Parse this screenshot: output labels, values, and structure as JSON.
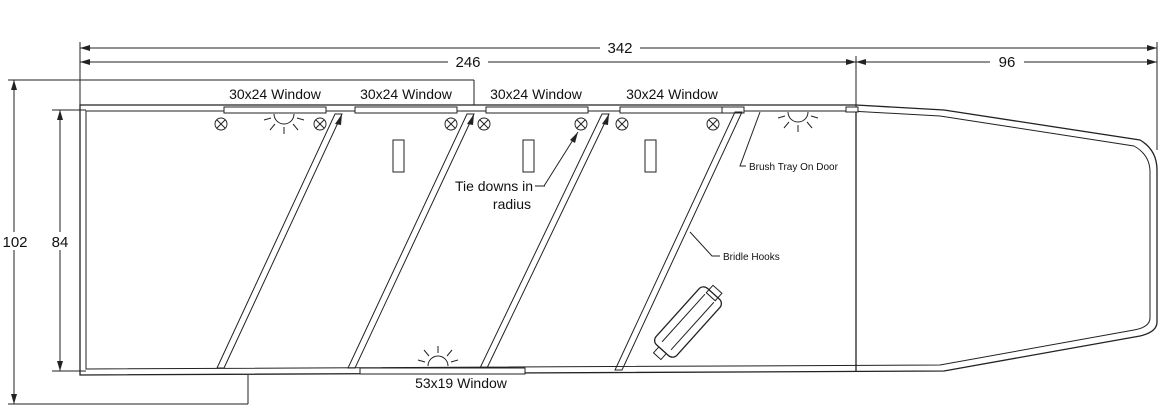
{
  "dimensions": {
    "overall_length": "342",
    "living_length": "246",
    "nose_length": "96",
    "outer_height": "102",
    "inner_height": "84"
  },
  "windows": {
    "top_1": "30x24 Window",
    "top_2": "30x24 Window",
    "top_3": "30x24 Window",
    "top_4": "30x24 Window",
    "bottom": "53x19 Window"
  },
  "notes": {
    "tie_downs_line1": "Tie downs in",
    "tie_downs_line2": "radius",
    "brush_tray": "Brush Tray On Door",
    "bridle_hooks": "Bridle Hooks"
  },
  "icons": {
    "light": "sun-light-icon",
    "tie_down": "tie-down-ring-icon",
    "saddle_rack": "saddle-rack-icon"
  }
}
